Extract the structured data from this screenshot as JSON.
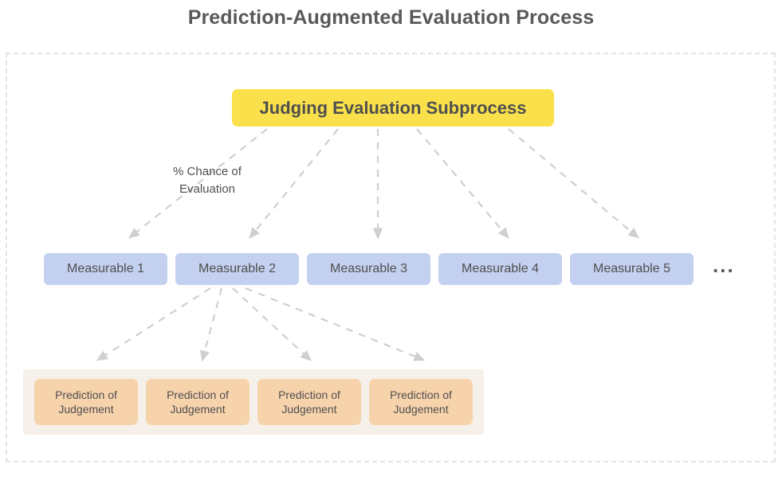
{
  "page": {
    "title": "Prediction-Augmented Evaluation Process"
  },
  "frame": {
    "name": "process-boundary"
  },
  "subprocess": {
    "label": "Judging Evaluation Subprocess",
    "color": "#FAE14B"
  },
  "edge_labels": {
    "chance_of_evaluation": "% Chance of\nEvaluation"
  },
  "measurables": {
    "color": "#C3D0EF",
    "items": [
      {
        "label": "Measurable 1"
      },
      {
        "label": "Measurable 2"
      },
      {
        "label": "Measurable 3"
      },
      {
        "label": "Measurable 4"
      },
      {
        "label": "Measurable 5"
      }
    ],
    "ellipsis": "..."
  },
  "predictions": {
    "group_color": "#F5F1EA",
    "box_color": "#F7D3AC",
    "items": [
      {
        "label": "Prediction of\nJudgement"
      },
      {
        "label": "Prediction of\nJudgement"
      },
      {
        "label": "Prediction of\nJudgement"
      },
      {
        "label": "Prediction of\nJudgement"
      }
    ]
  },
  "arrows": {
    "color": "#CFCFCF",
    "style": "dashed",
    "from_subprocess_to_measurables": 5,
    "from_measurable2_to_predictions": 4
  }
}
